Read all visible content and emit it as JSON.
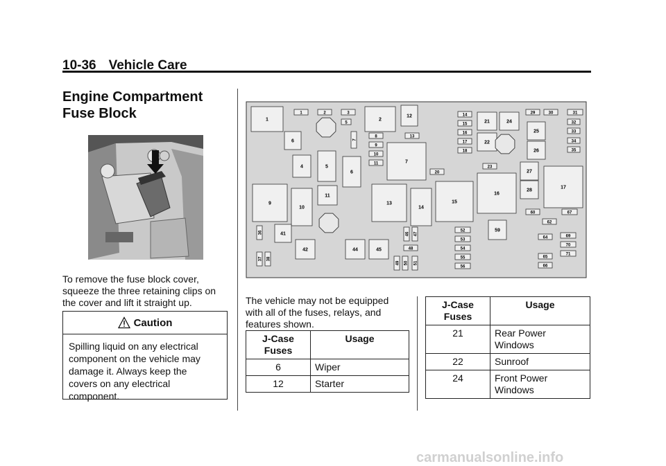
{
  "header": {
    "page_num": "10-36",
    "section": "Vehicle Care"
  },
  "title": {
    "line1": "Engine Compartment",
    "line2": "Fuse Block"
  },
  "left_para": {
    "line1": "To remove the fuse block cover,",
    "line2": "squeeze the three retaining clips on",
    "line3": "the cover and lift it straight up."
  },
  "caution": {
    "heading": "Caution",
    "l1": "Spilling liquid on any electrical",
    "l2": "component on the vehicle may",
    "l3": "damage it. Always keep the",
    "l4": "covers on any electrical",
    "l5": "component."
  },
  "mid_para": {
    "line1": "The vehicle may not be equipped",
    "line2": "with all of the fuses, relays, and",
    "line3": "features shown."
  },
  "table_headers": {
    "fuses_l1": "J-Case",
    "fuses_l2": "Fuses",
    "usage": "Usage"
  },
  "table1": [
    {
      "fuse": "6",
      "usage": "Wiper"
    },
    {
      "fuse": "12",
      "usage": "Starter"
    }
  ],
  "table2": [
    {
      "fuse": "21",
      "u1": "Rear Power",
      "u2": "Windows"
    },
    {
      "fuse": "22",
      "u1": "Sunroof",
      "u2": ""
    },
    {
      "fuse": "24",
      "u1": "Front Power",
      "u2": "Windows"
    }
  ],
  "diagram_labels": [
    "1",
    "1",
    "2",
    "3",
    "5",
    "2",
    "12",
    "14",
    "15",
    "16",
    "17",
    "18",
    "21",
    "24",
    "29",
    "30",
    "31",
    "32",
    "33",
    "34",
    "35",
    "25",
    "26",
    "6",
    "7",
    "8",
    "9",
    "10",
    "11",
    "13",
    "22",
    "7",
    "23",
    "4",
    "5",
    "6",
    "20",
    "27",
    "28",
    "17",
    "9",
    "10",
    "11",
    "13",
    "14",
    "15",
    "16",
    "60",
    "67",
    "62",
    "36",
    "41",
    "46",
    "47",
    "52",
    "53",
    "54",
    "55",
    "56",
    "59",
    "64",
    "69",
    "70",
    "71",
    "65",
    "66",
    "37",
    "38",
    "42",
    "44",
    "45",
    "48",
    "49",
    "50",
    "51"
  ],
  "watermark": "carmanualsonline.info"
}
